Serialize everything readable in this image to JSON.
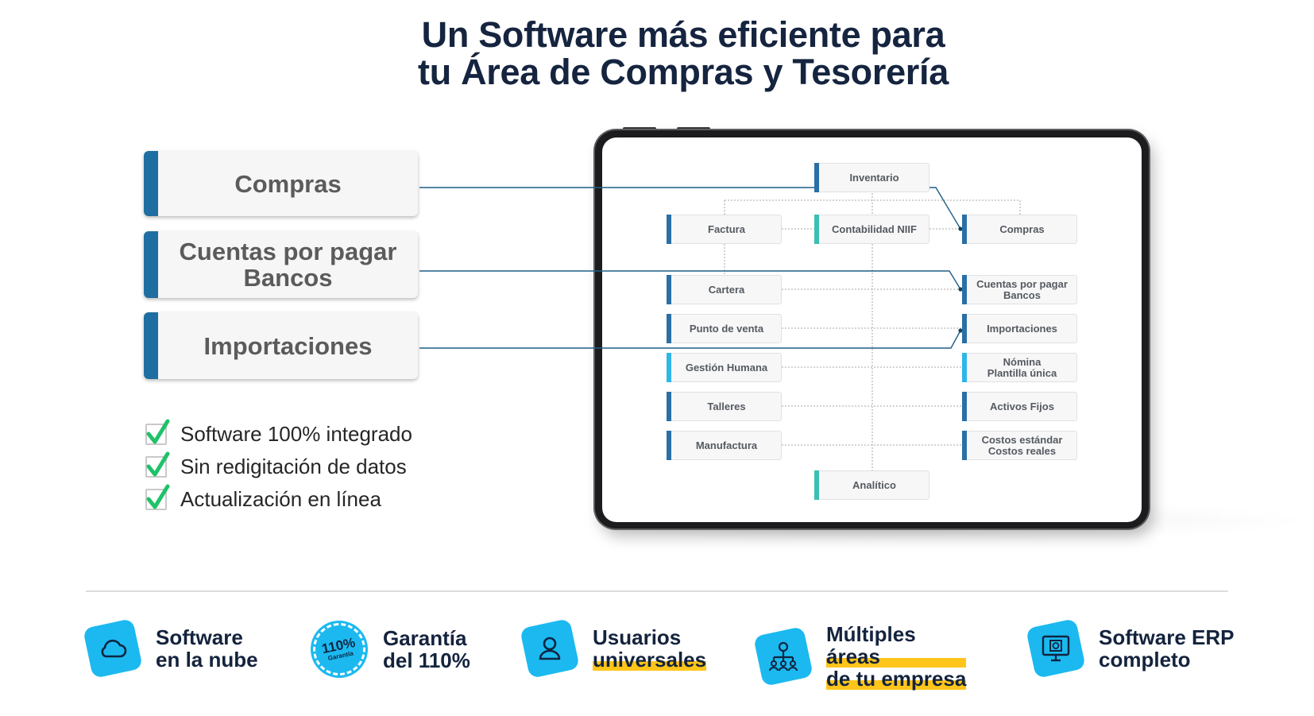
{
  "title": {
    "line1": "Un Software más eficiente para",
    "line2": "tu Área de Compras y Tesorería"
  },
  "feature_cards": [
    {
      "lines": [
        "Compras"
      ]
    },
    {
      "lines": [
        "Cuentas por pagar",
        "Bancos"
      ]
    },
    {
      "lines": [
        "Importaciones"
      ]
    }
  ],
  "checklist": [
    "Software 100% integrado",
    "Sin redigitación de datos",
    "Actualización en línea"
  ],
  "diagram": {
    "nodes": {
      "inventario": "Inventario",
      "factura": "Factura",
      "contabilidad": "Contabilidad NIIF",
      "compras": "Compras",
      "cartera": "Cartera",
      "cuentas_line1": "Cuentas por pagar",
      "cuentas_line2": "Bancos",
      "punto_venta": "Punto de venta",
      "importaciones": "Importaciones",
      "gestion_humana": "Gestión Humana",
      "nomina_line1": "Nómina",
      "nomina_line2": "Plantilla única",
      "talleres": "Talleres",
      "activos": "Activos Fijos",
      "manufactura": "Manufactura",
      "costos_line1": "Costos estándar",
      "costos_line2": "Costos reales",
      "analitico": "Analítico"
    },
    "accent_colors": {
      "blue": "#2a6fa6",
      "teal": "#3bbfb0",
      "cyan": "#2fb6e8"
    }
  },
  "bottom_features": [
    {
      "icon": "cloud-icon",
      "line1": "Software",
      "line2": "en la nube"
    },
    {
      "icon": "guarantee-seal-icon",
      "seal_big": "110%",
      "seal_small": "Garantía",
      "line1": "Garantía",
      "line2": "del 110%"
    },
    {
      "icon": "user-icon",
      "line1": "Usuarios",
      "line2": "universales"
    },
    {
      "icon": "org-areas-icon",
      "line1_a": "Múltiples ",
      "line1_b": "áreas",
      "line2": "de tu empresa"
    },
    {
      "icon": "erp-monitor-icon",
      "line1": "Software ERP",
      "line2": "completo"
    }
  ],
  "colors": {
    "title": "#15243f",
    "accent_blue": "#1f6ea1",
    "icon_bg": "#1bb9f0",
    "highlight": "#ffc51a",
    "check": "#1fc26a"
  }
}
